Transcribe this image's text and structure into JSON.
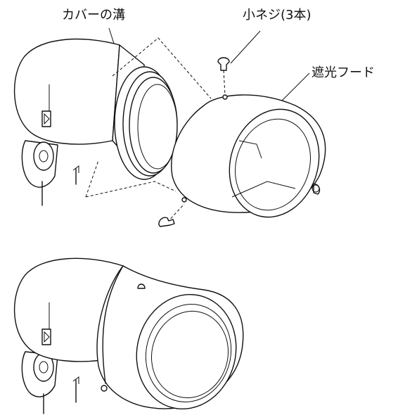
{
  "labels": {
    "cover_groove": "カバーの溝",
    "small_screws": "小ネジ(3本)",
    "light_shield_hood": "遮光フード"
  },
  "icons": [
    "camera-body",
    "mounting-bracket",
    "light-shield-hood",
    "screw"
  ]
}
